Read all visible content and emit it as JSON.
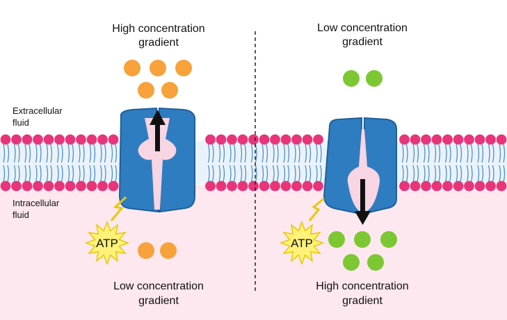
{
  "left_panel": {
    "top_label_line1": "High concentration",
    "top_label_line2": "gradient",
    "bottom_label_line1": "Low concentration",
    "bottom_label_line2": "gradient",
    "energy_label": "ATP",
    "molecule_color": "#F7A23A",
    "molecules_outside_count": 5,
    "molecules_inside_count": 2,
    "arrow_direction": "up"
  },
  "right_panel": {
    "top_label_line1": "Low concentration",
    "top_label_line2": "gradient",
    "bottom_label_line1": "High concentration",
    "bottom_label_line2": "gradient",
    "energy_label": "ATP",
    "molecule_color": "#7DC832",
    "molecules_outside_count": 2,
    "molecules_inside_count": 5,
    "arrow_direction": "down"
  },
  "side_labels": {
    "extracellular_line1": "Extracellular",
    "extracellular_line2": "fluid",
    "intracellular_line1": "Intracellular",
    "intracellular_line2": "fluid"
  },
  "colors": {
    "lipid_head": "#E8357A",
    "lipid_tail": "#4F8EC6",
    "protein": "#2F7DC1",
    "protein_channel": "#F8D5E2",
    "intracellular": "#FDE8EF",
    "atp_burst": "#FFF27A",
    "arrow": "#111111"
  }
}
